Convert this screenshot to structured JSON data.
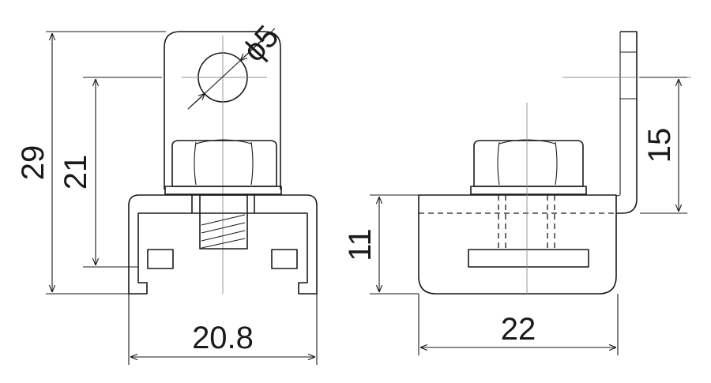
{
  "drawing": {
    "front_view": {
      "overall_height": "29",
      "hole_to_base": "21",
      "hole_diameter": "ϕ5",
      "width": "20.8"
    },
    "side_view": {
      "tab_height": "15",
      "base_height": "11",
      "length": "22"
    }
  }
}
